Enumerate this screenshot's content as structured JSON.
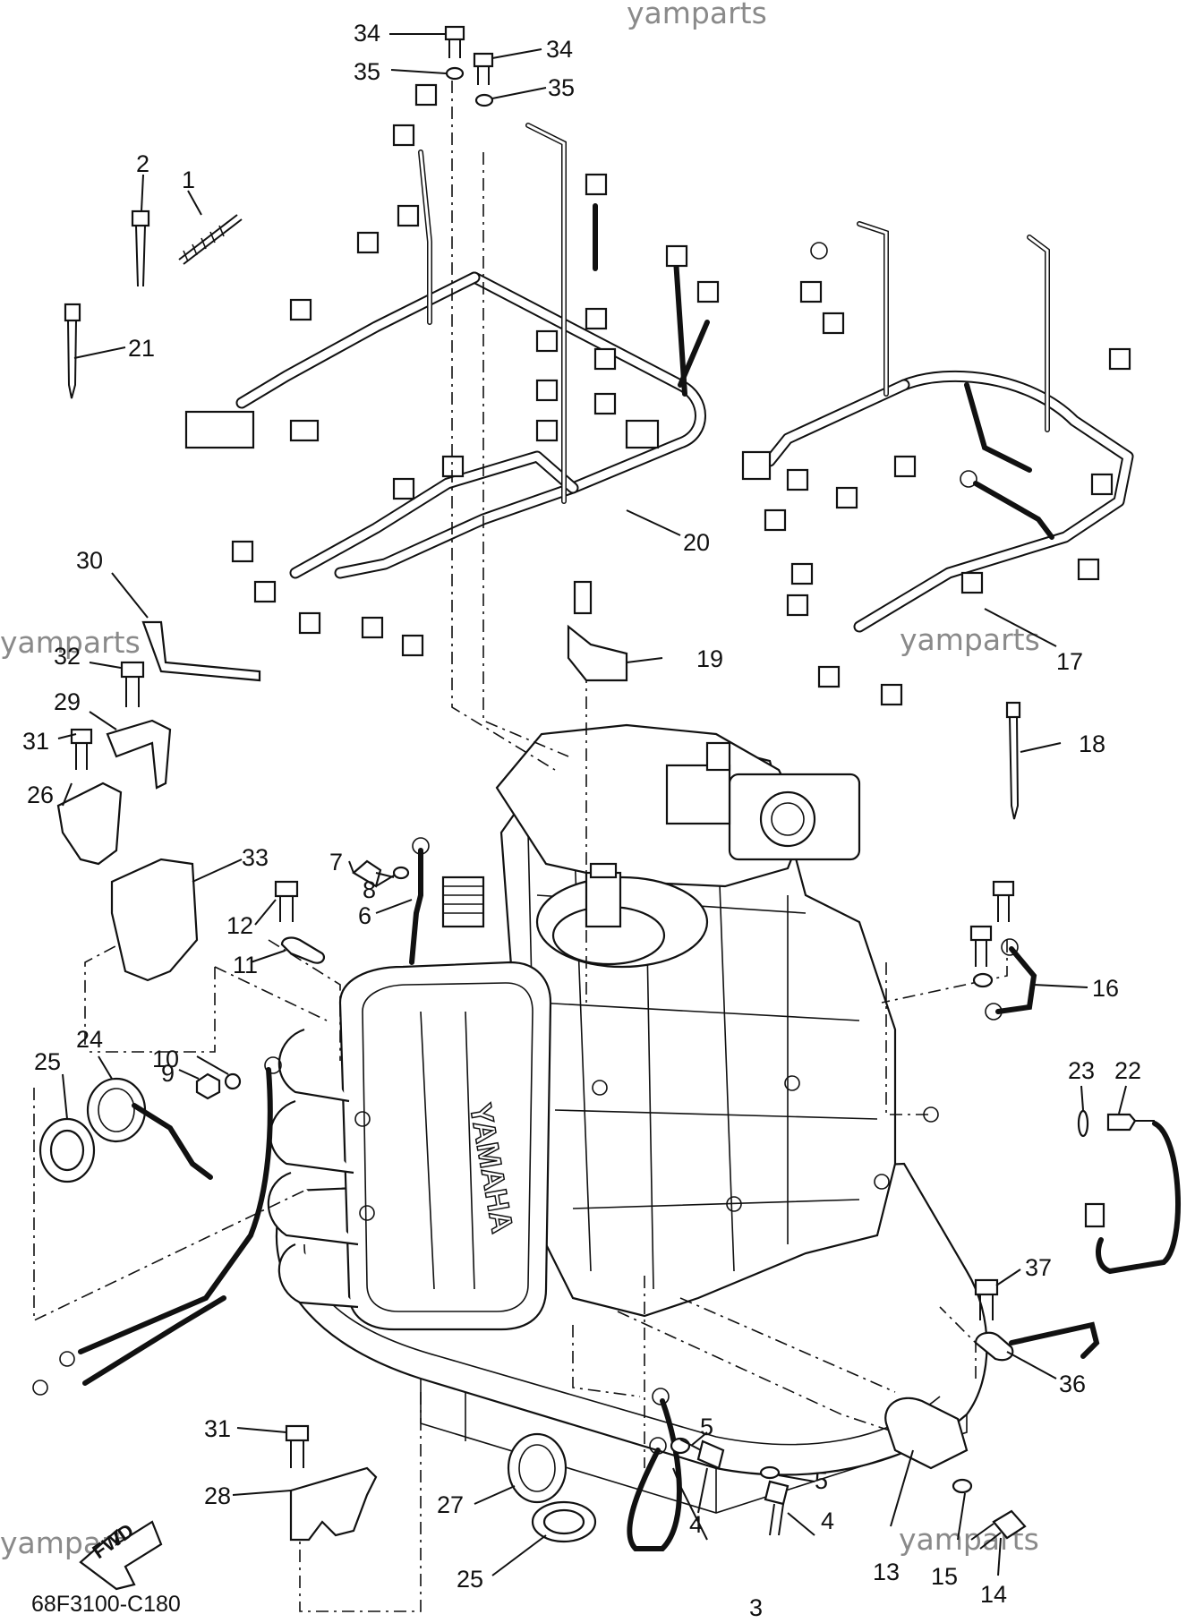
{
  "watermarks": [
    "yamparts",
    "yamparts",
    "yamparts",
    "yamparts",
    "yamparts"
  ],
  "diagram_code": "68F3100-C180",
  "fwd_label": "FWD",
  "engine_brand": "YAMAHA",
  "callouts": [
    "1",
    "2",
    "3",
    "4",
    "4",
    "5",
    "5",
    "6",
    "7",
    "8",
    "9",
    "10",
    "11",
    "12",
    "13",
    "14",
    "15",
    "16",
    "17",
    "18",
    "19",
    "20",
    "21",
    "22",
    "23",
    "24",
    "25",
    "25",
    "26",
    "27",
    "28",
    "29",
    "30",
    "31",
    "31",
    "32",
    "33",
    "34",
    "34",
    "35",
    "35",
    "36",
    "37"
  ]
}
